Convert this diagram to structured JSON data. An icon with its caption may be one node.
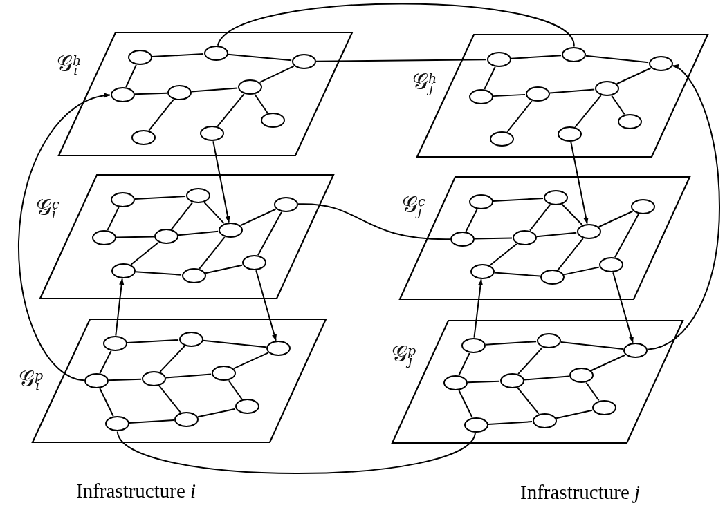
{
  "diagram": {
    "nodes": [
      {
        "text": [
          "𝒢$^{h}$$_{i}$"
        ]
      },
      {
        "text": [],
        "shape": "circle",
        "in": 0
      },
      {
        "text": [],
        "shape": "circle",
        "in": 0
      },
      {
        "text": [],
        "shape": "circle",
        "in": 0
      },
      {
        "text": [],
        "shape": "circle",
        "in": 0
      },
      {
        "text": [],
        "shape": "circle",
        "in": 0
      },
      {
        "text": [],
        "shape": "circle",
        "in": 0
      },
      {
        "text": [],
        "shape": "circle",
        "in": 0
      },
      {
        "text": [],
        "shape": "circle",
        "in": 0
      },
      {
        "text": [],
        "shape": "circle",
        "in": 0
      },
      {
        "text": [
          "𝒢$^{h}$$_{j}$"
        ]
      },
      {
        "text": [],
        "shape": "circle",
        "in": 10
      },
      {
        "text": [],
        "shape": "circle",
        "in": 10
      },
      {
        "text": [],
        "shape": "circle",
        "in": 10
      },
      {
        "text": [],
        "shape": "circle",
        "in": 10
      },
      {
        "text": [],
        "shape": "circle",
        "in": 10
      },
      {
        "text": [],
        "shape": "circle",
        "in": 10
      },
      {
        "text": [],
        "shape": "circle",
        "in": 10
      },
      {
        "text": [],
        "shape": "circle",
        "in": 10
      },
      {
        "text": [],
        "shape": "circle",
        "in": 10
      },
      {
        "text": [
          "𝒢$^{c}$$_{i}$"
        ]
      },
      {
        "text": [],
        "shape": "circle",
        "in": 20
      },
      {
        "text": [],
        "shape": "circle",
        "in": 20
      },
      {
        "text": [],
        "shape": "circle",
        "in": 20
      },
      {
        "text": [],
        "shape": "circle",
        "in": 20
      },
      {
        "text": [],
        "shape": "circle",
        "in": 20
      },
      {
        "text": [],
        "shape": "circle",
        "in": 20
      },
      {
        "text": [],
        "shape": "circle",
        "in": 20
      },
      {
        "text": [],
        "shape": "circle",
        "in": 20
      },
      {
        "text": [],
        "shape": "circle",
        "in": 20
      },
      {
        "text": [
          "𝒢$^{c}$$_{j}$"
        ]
      },
      {
        "text": [],
        "shape": "circle",
        "in": 30
      },
      {
        "text": [],
        "shape": "circle",
        "in": 30
      },
      {
        "text": [],
        "shape": "circle",
        "in": 30
      },
      {
        "text": [],
        "shape": "circle",
        "in": 30
      },
      {
        "text": [],
        "shape": "circle",
        "in": 30
      },
      {
        "text": [],
        "shape": "circle",
        "in": 30
      },
      {
        "text": [],
        "shape": "circle",
        "in": 30
      },
      {
        "text": [],
        "shape": "circle",
        "in": 30
      },
      {
        "text": [],
        "shape": "circle",
        "in": 30
      },
      {
        "text": [
          "𝒢$^{p}$$_{i}$"
        ]
      },
      {
        "text": [],
        "shape": "circle",
        "in": 40
      },
      {
        "text": [],
        "shape": "circle",
        "in": 40
      },
      {
        "text": [],
        "shape": "circle",
        "in": 40
      },
      {
        "text": [],
        "shape": "circle",
        "in": 40
      },
      {
        "text": [],
        "shape": "circle",
        "in": 40
      },
      {
        "text": [],
        "shape": "circle",
        "in": 40
      },
      {
        "text": [],
        "shape": "circle",
        "in": 40
      },
      {
        "text": [],
        "shape": "circle",
        "in": 40
      },
      {
        "text": [],
        "shape": "circle",
        "in": 40
      },
      {
        "text": [
          "𝒢$^{p}$$_{j}$"
        ]
      },
      {
        "text": [],
        "shape": "circle",
        "in": 50
      },
      {
        "text": [],
        "shape": "circle",
        "in": 50
      },
      {
        "text": [],
        "shape": "circle",
        "in": 50
      },
      {
        "text": [],
        "shape": "circle",
        "in": 50
      },
      {
        "text": [],
        "shape": "circle",
        "in": 50
      },
      {
        "text": [],
        "shape": "circle",
        "in": 50
      },
      {
        "text": [],
        "shape": "circle",
        "in": 50
      },
      {
        "text": [],
        "shape": "circle",
        "in": 50
      },
      {
        "text": [],
        "shape": "circle",
        "in": 50
      }
    ],
    "edges": [
      {
        "from": 1,
        "to": 2,
        "arrow": "none"
      },
      {
        "from": 2,
        "to": 3,
        "arrow": "none"
      },
      {
        "from": 1,
        "to": 4,
        "arrow": "none"
      },
      {
        "from": 4,
        "to": 5,
        "arrow": "none"
      },
      {
        "from": 5,
        "to": 6,
        "arrow": "none"
      },
      {
        "from": 6,
        "to": 3,
        "arrow": "none"
      },
      {
        "from": 5,
        "to": 7,
        "arrow": "none"
      },
      {
        "from": 6,
        "to": 8,
        "arrow": "none"
      },
      {
        "from": 6,
        "to": 9,
        "arrow": "none"
      },
      {
        "from": 11,
        "to": 12,
        "arrow": "none"
      },
      {
        "from": 12,
        "to": 13,
        "arrow": "none"
      },
      {
        "from": 11,
        "to": 14,
        "arrow": "none"
      },
      {
        "from": 14,
        "to": 15,
        "arrow": "none"
      },
      {
        "from": 15,
        "to": 16,
        "arrow": "none"
      },
      {
        "from": 16,
        "to": 13,
        "arrow": "none"
      },
      {
        "from": 15,
        "to": 17,
        "arrow": "none"
      },
      {
        "from": 16,
        "to": 18,
        "arrow": "none"
      },
      {
        "from": 16,
        "to": 19,
        "arrow": "none"
      },
      {
        "from": 21,
        "to": 22,
        "arrow": "none"
      },
      {
        "from": 21,
        "to": 24,
        "arrow": "none"
      },
      {
        "from": 24,
        "to": 25,
        "arrow": "none"
      },
      {
        "from": 22,
        "to": 25,
        "arrow": "none"
      },
      {
        "from": 22,
        "to": 26,
        "arrow": "none"
      },
      {
        "from": 25,
        "to": 26,
        "arrow": "none"
      },
      {
        "from": 26,
        "to": 23,
        "arrow": "none"
      },
      {
        "from": 25,
        "to": 27,
        "arrow": "none"
      },
      {
        "from": 27,
        "to": 28,
        "arrow": "none"
      },
      {
        "from": 28,
        "to": 26,
        "arrow": "none"
      },
      {
        "from": 28,
        "to": 29,
        "arrow": "none"
      },
      {
        "from": 29,
        "to": 23,
        "arrow": "none"
      },
      {
        "from": 31,
        "to": 32,
        "arrow": "none"
      },
      {
        "from": 31,
        "to": 34,
        "arrow": "none"
      },
      {
        "from": 34,
        "to": 35,
        "arrow": "none"
      },
      {
        "from": 32,
        "to": 35,
        "arrow": "none"
      },
      {
        "from": 32,
        "to": 36,
        "arrow": "none"
      },
      {
        "from": 35,
        "to": 36,
        "arrow": "none"
      },
      {
        "from": 36,
        "to": 33,
        "arrow": "none"
      },
      {
        "from": 35,
        "to": 37,
        "arrow": "none"
      },
      {
        "from": 37,
        "to": 38,
        "arrow": "none"
      },
      {
        "from": 38,
        "to": 36,
        "arrow": "none"
      },
      {
        "from": 38,
        "to": 39,
        "arrow": "none"
      },
      {
        "from": 39,
        "to": 33,
        "arrow": "none"
      },
      {
        "from": 41,
        "to": 42,
        "arrow": "none"
      },
      {
        "from": 42,
        "to": 43,
        "arrow": "none"
      },
      {
        "from": 41,
        "to": 44,
        "arrow": "none"
      },
      {
        "from": 44,
        "to": 45,
        "arrow": "none"
      },
      {
        "from": 42,
        "to": 45,
        "arrow": "none"
      },
      {
        "from": 45,
        "to": 46,
        "arrow": "none"
      },
      {
        "from": 46,
        "to": 43,
        "arrow": "none"
      },
      {
        "from": 44,
        "to": 49,
        "arrow": "none"
      },
      {
        "from": 45,
        "to": 48,
        "arrow": "none"
      },
      {
        "from": 49,
        "to": 48,
        "arrow": "none"
      },
      {
        "from": 48,
        "to": 47,
        "arrow": "none"
      },
      {
        "from": 47,
        "to": 46,
        "arrow": "none"
      },
      {
        "from": 51,
        "to": 52,
        "arrow": "none"
      },
      {
        "from": 52,
        "to": 53,
        "arrow": "none"
      },
      {
        "from": 51,
        "to": 54,
        "arrow": "none"
      },
      {
        "from": 54,
        "to": 55,
        "arrow": "none"
      },
      {
        "from": 52,
        "to": 55,
        "arrow": "none"
      },
      {
        "from": 55,
        "to": 56,
        "arrow": "none"
      },
      {
        "from": 56,
        "to": 53,
        "arrow": "none"
      },
      {
        "from": 54,
        "to": 59,
        "arrow": "none"
      },
      {
        "from": 55,
        "to": 58,
        "arrow": "none"
      },
      {
        "from": 59,
        "to": 58,
        "arrow": "none"
      },
      {
        "from": 58,
        "to": 57,
        "arrow": "none"
      },
      {
        "from": 57,
        "to": 56,
        "arrow": "none"
      },
      {
        "from": 8,
        "to": 26,
        "arrow": "to"
      },
      {
        "from": 18,
        "to": 36,
        "arrow": "to"
      },
      {
        "from": 41,
        "to": 27,
        "arrow": "to"
      },
      {
        "from": 29,
        "to": 43,
        "arrow": "to"
      },
      {
        "from": 51,
        "to": 37,
        "arrow": "to"
      },
      {
        "from": 39,
        "to": 53,
        "arrow": "to"
      },
      {
        "from": 3,
        "to": 11,
        "arrow": "none"
      },
      {
        "from": 2,
        "to": 12,
        "arrow": "none"
      },
      {
        "from": 23,
        "to": 34,
        "arrow": "none"
      },
      {
        "from": 44,
        "to": 4,
        "arrow": "to"
      },
      {
        "from": 53,
        "to": 13,
        "arrow": "to"
      },
      {
        "from": 49,
        "to": 59,
        "arrow": "none"
      }
    ],
    "labels": [
      "Infrastructure *i*",
      "Infrastructure *j*"
    ]
  }
}
